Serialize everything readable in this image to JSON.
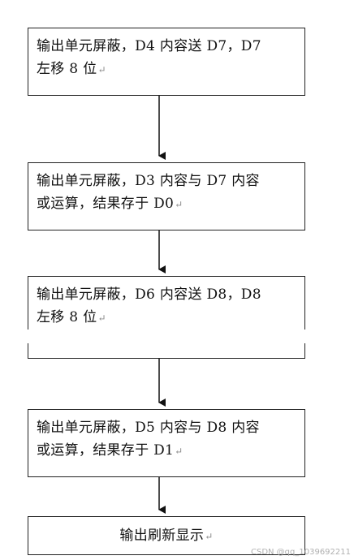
{
  "boxes": [
    {
      "lines": [
        "输出单元屏蔽，D4 内容送 D7，D7",
        "左移 8 位"
      ]
    },
    {
      "lines": [
        "输出单元屏蔽，D3 内容与 D7 内容",
        "或运算，结果存于 D0"
      ]
    },
    {
      "lines": [
        "输出单元屏蔽，D6 内容送 D8，D8",
        "左移 8 位"
      ]
    },
    {
      "lines": [
        "输出单元屏蔽，D5 内容与 D8 内容",
        "或运算，结果存于 D1"
      ]
    },
    {
      "lines": [
        "输出刷新显示"
      ]
    }
  ],
  "paragraph_mark": "↵",
  "watermark": "CSDN @qq_1039692211"
}
